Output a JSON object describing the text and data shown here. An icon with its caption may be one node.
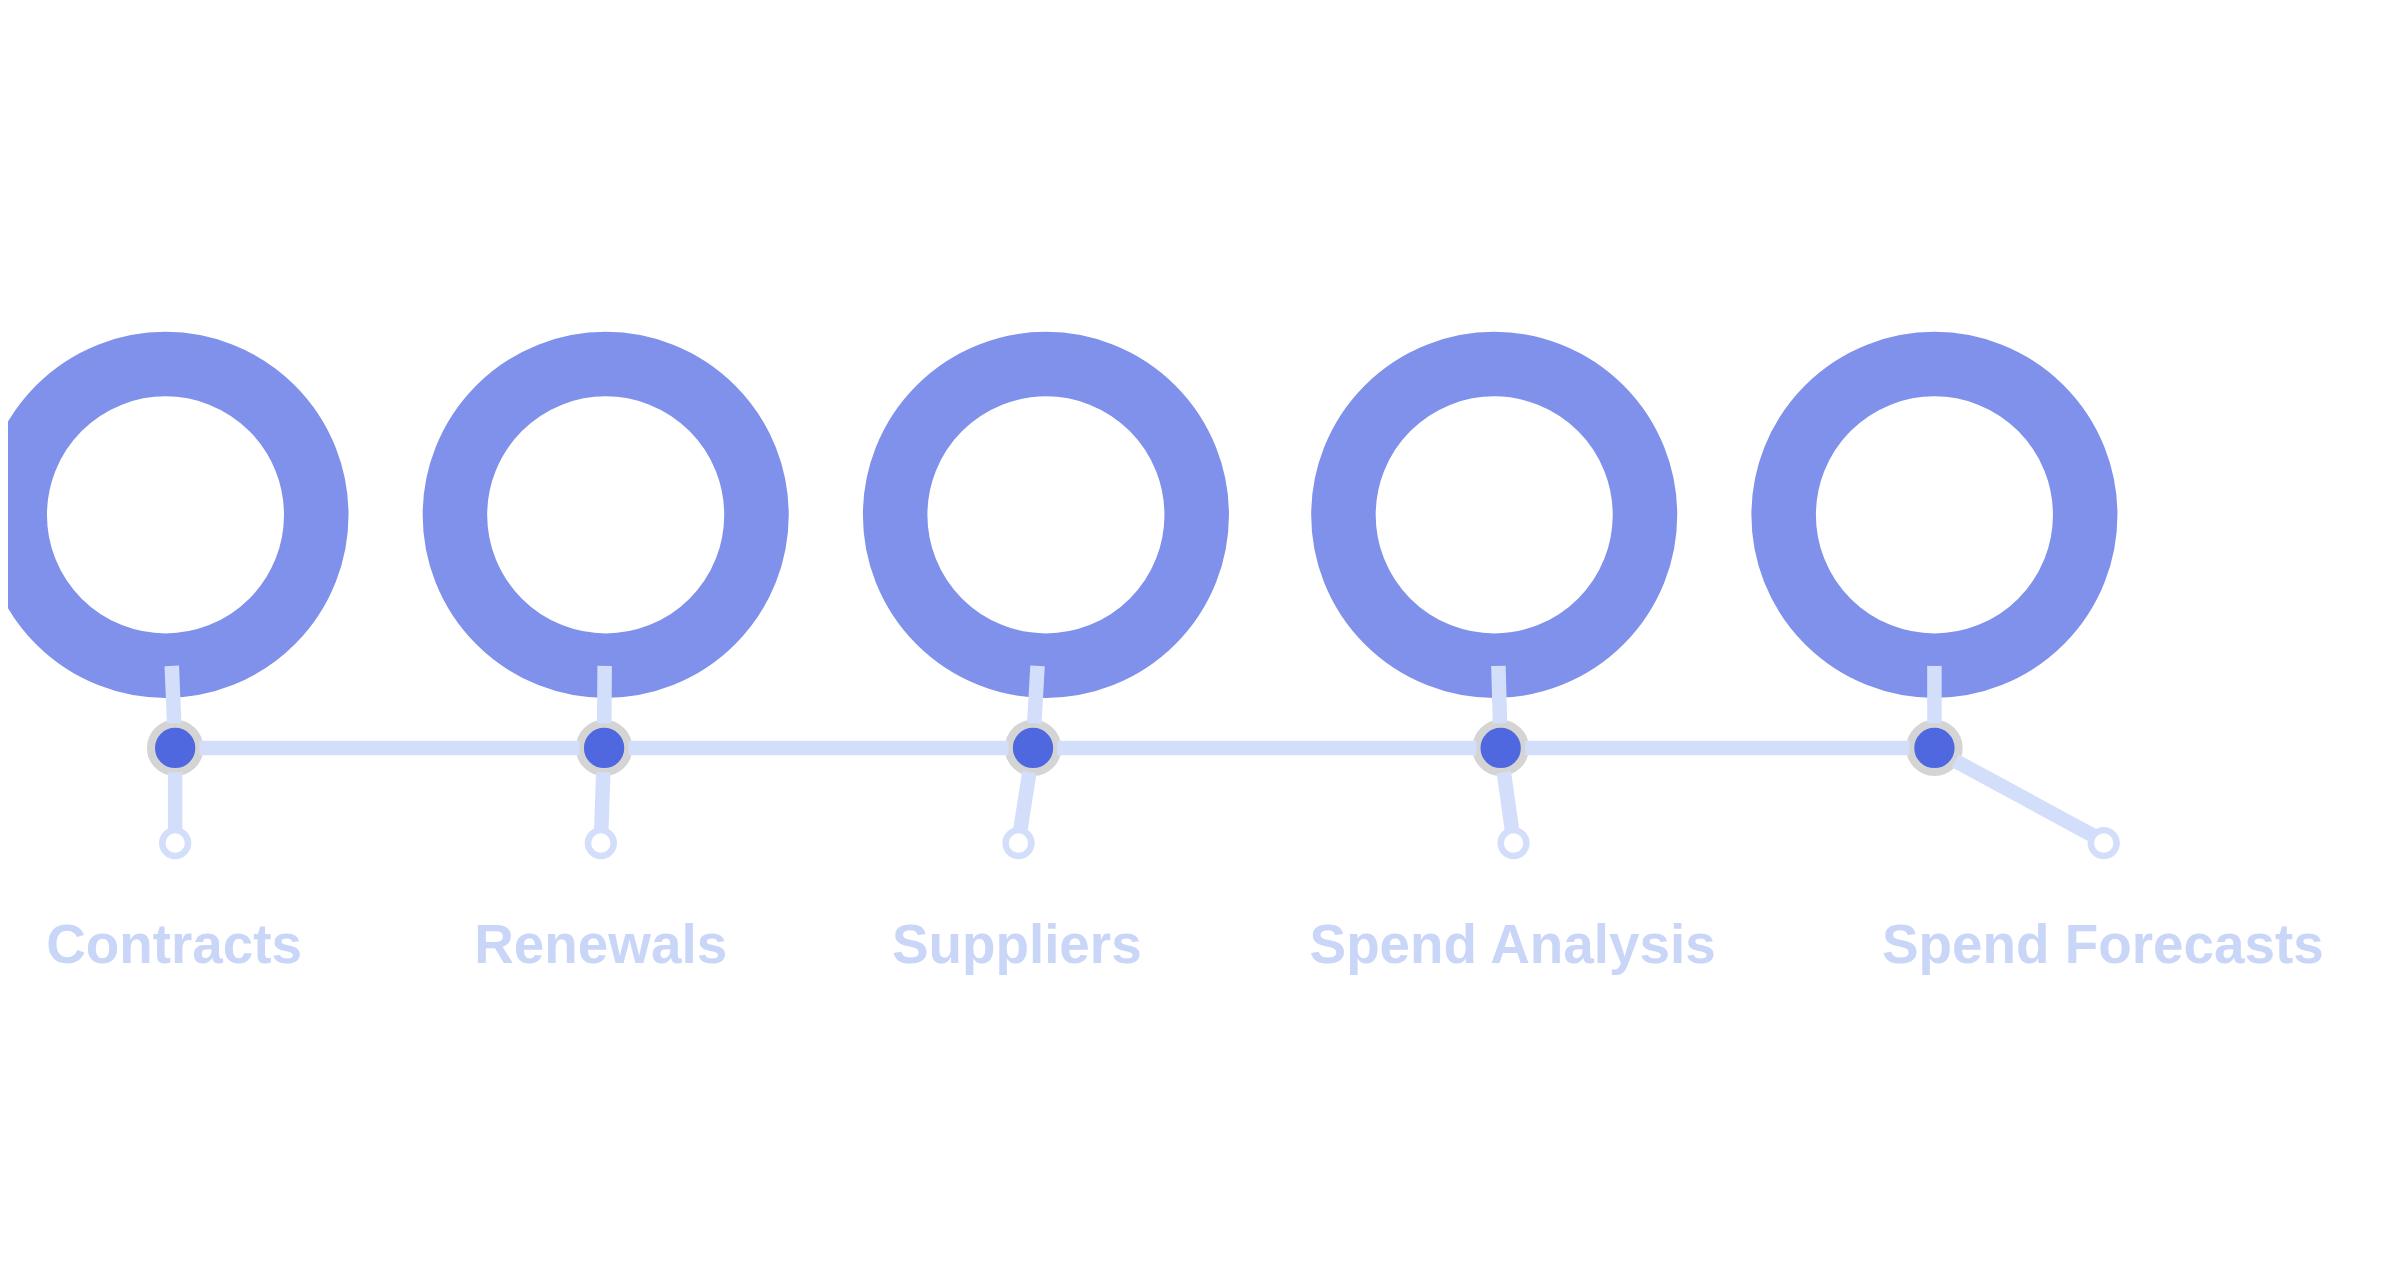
{
  "diagram": {
    "nodes": [
      {
        "text": [],
        "shape": "circle"
      },
      {
        "text": [],
        "shape": "circle"
      },
      {
        "text": [],
        "shape": "circle"
      },
      {
        "text": [],
        "shape": "circle"
      },
      {
        "text": [],
        "shape": "circle"
      },
      {
        "text": [],
        "shape": "circle"
      },
      {
        "text": [],
        "shape": "circle"
      },
      {
        "text": [],
        "shape": "circle"
      },
      {
        "text": [],
        "shape": "circle"
      },
      {
        "text": [],
        "shape": "circle"
      },
      {
        "text": [],
        "shape": "circle",
        "beside": [
          "Contracts"
        ]
      },
      {
        "text": [],
        "shape": "circle",
        "beside": [
          "Renewals"
        ]
      },
      {
        "text": [],
        "shape": "circle",
        "beside": [
          "Suppliers"
        ]
      },
      {
        "text": [],
        "shape": "circle",
        "beside": [
          "Spend Analysis"
        ]
      },
      {
        "text": [],
        "shape": "circle",
        "beside": [
          "Spend Forecasts"
        ]
      }
    ],
    "edges": [
      {
        "from": 0,
        "to": 5,
        "arrow": "none"
      },
      {
        "from": 1,
        "to": 6,
        "arrow": "none"
      },
      {
        "from": 2,
        "to": 7,
        "arrow": "none"
      },
      {
        "from": 3,
        "to": 8,
        "arrow": "none"
      },
      {
        "from": 4,
        "to": 9,
        "arrow": "none"
      },
      {
        "from": 5,
        "to": 6,
        "arrow": "none"
      },
      {
        "from": 6,
        "to": 7,
        "arrow": "none"
      },
      {
        "from": 7,
        "to": 8,
        "arrow": "none"
      },
      {
        "from": 8,
        "to": 9,
        "arrow": "none"
      },
      {
        "from": 5,
        "to": 10,
        "arrow": "none"
      },
      {
        "from": 6,
        "to": 11,
        "arrow": "none"
      },
      {
        "from": 7,
        "to": 12,
        "arrow": "none"
      },
      {
        "from": 8,
        "to": 13,
        "arrow": "none"
      },
      {
        "from": 9,
        "to": 14,
        "arrow": "none"
      }
    ]
  }
}
